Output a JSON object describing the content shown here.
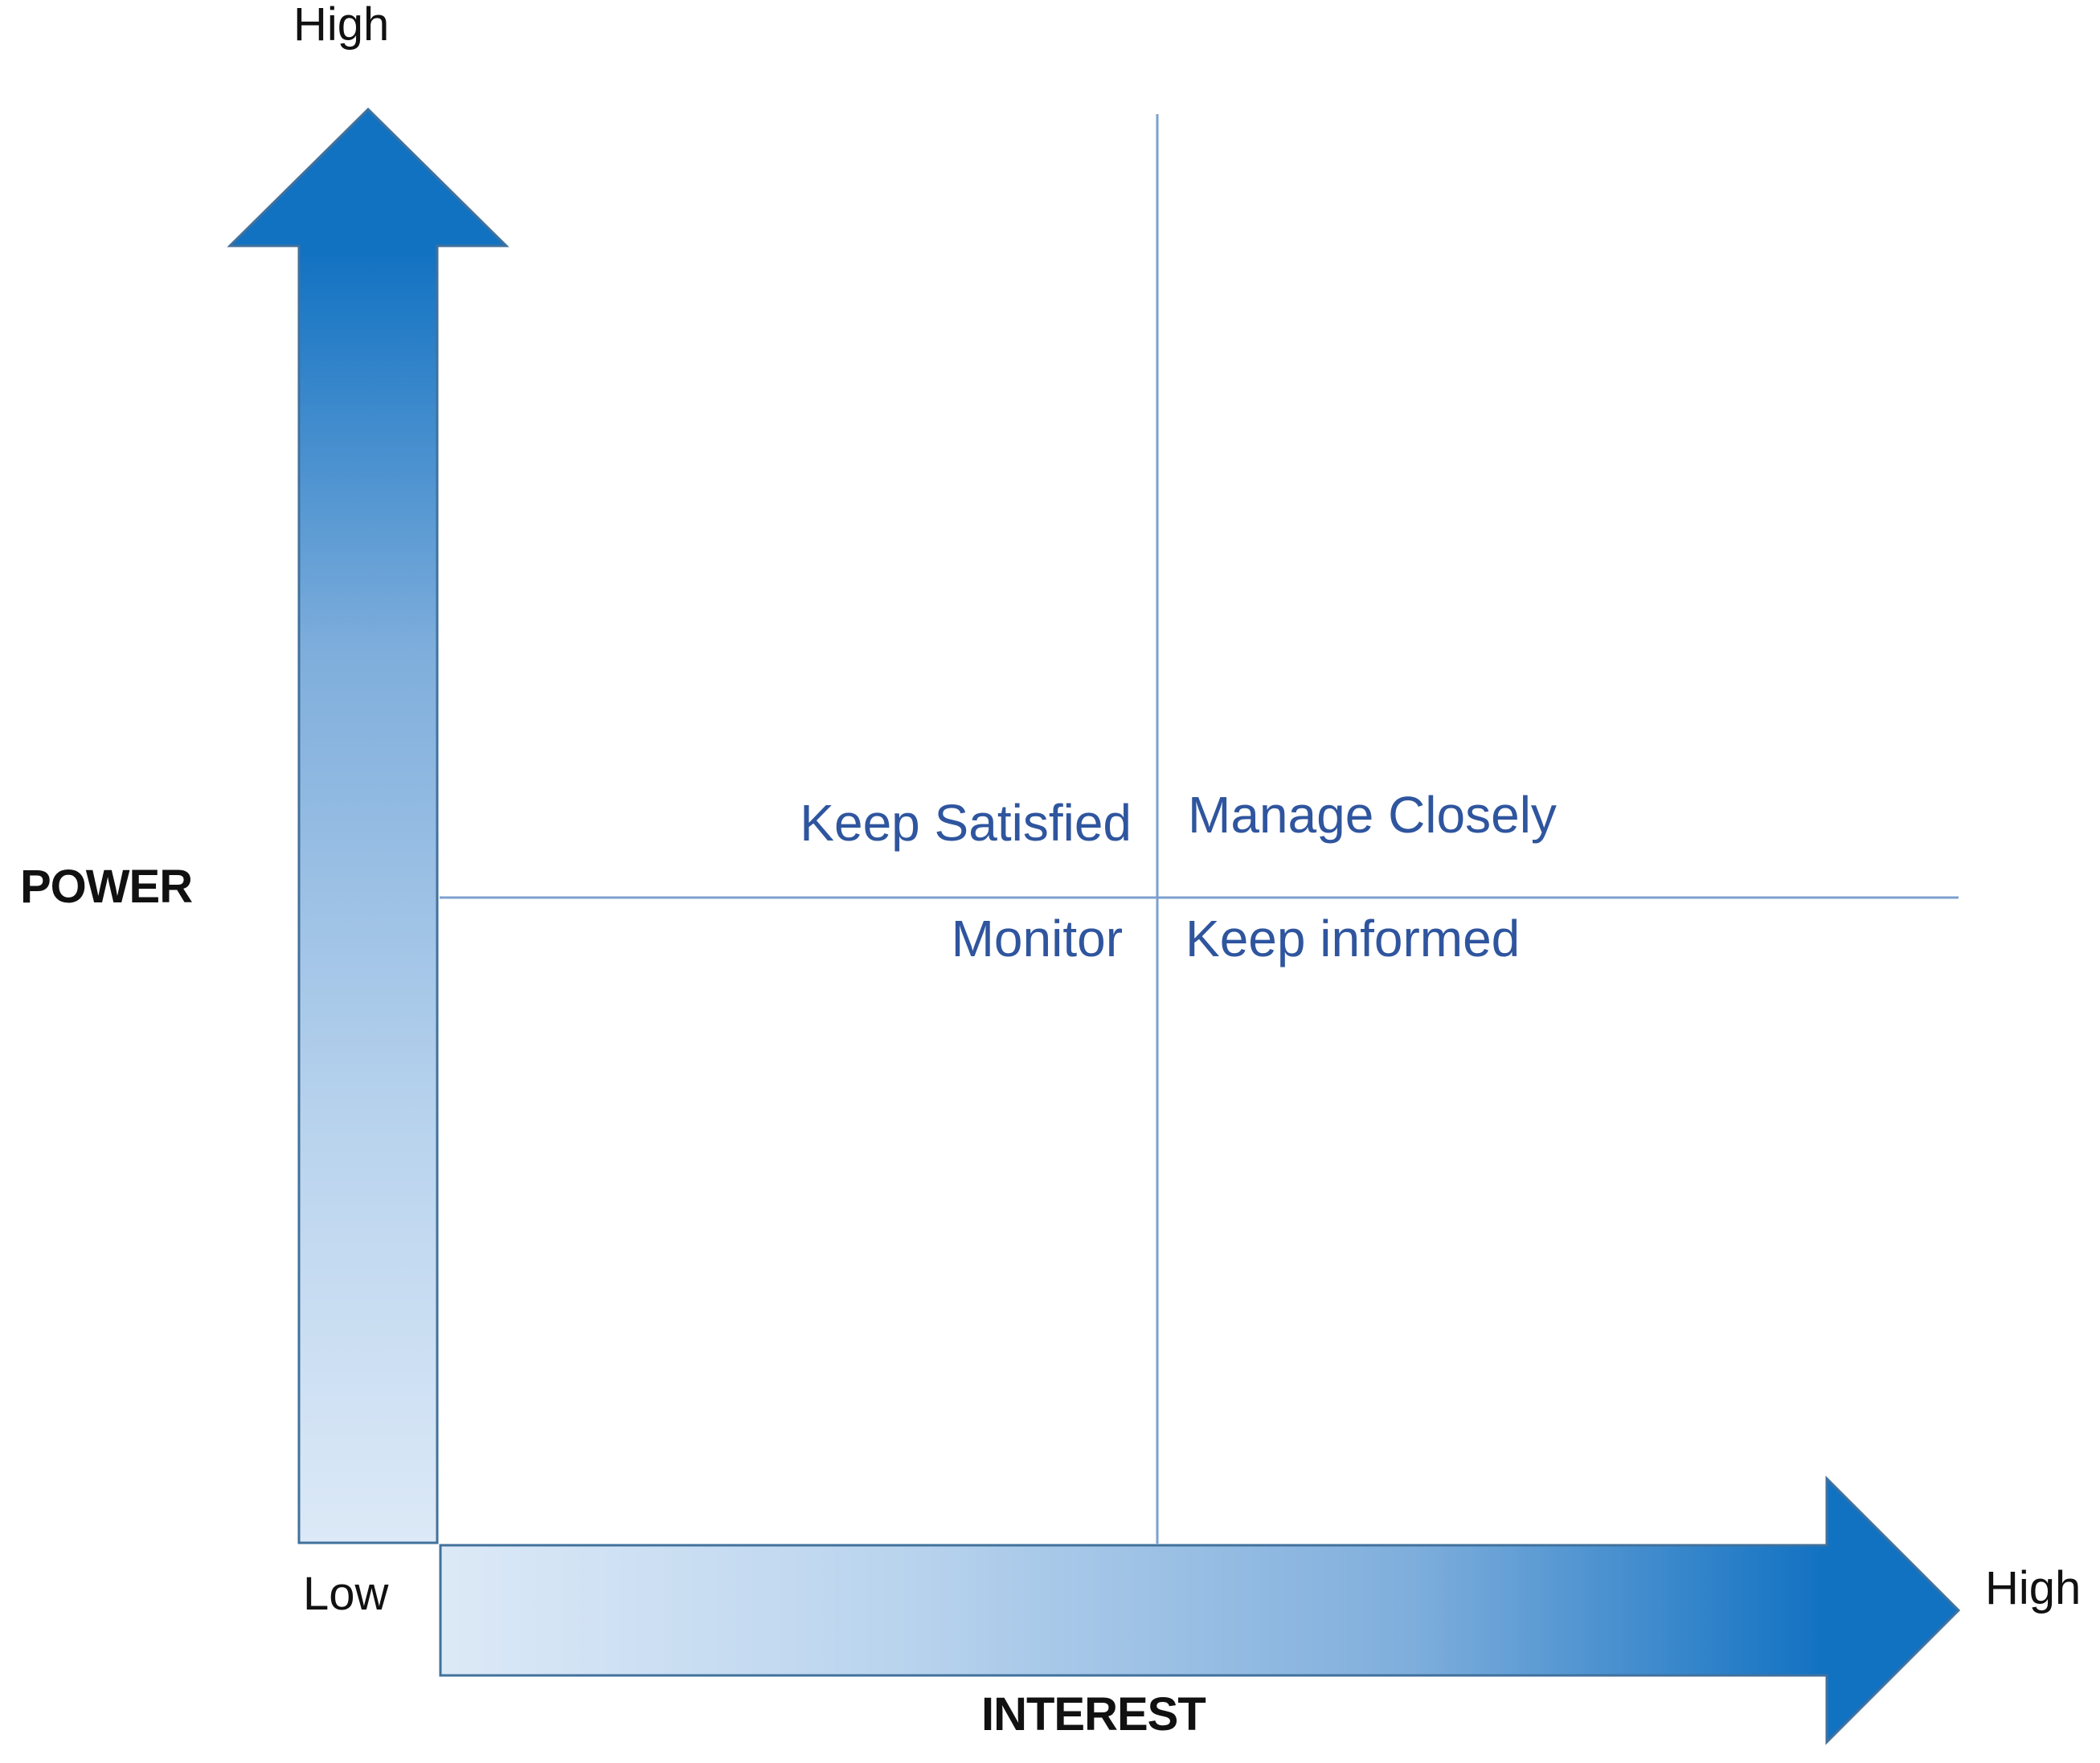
{
  "axes": {
    "y_label": "POWER",
    "x_label": "INTEREST",
    "y_high": "High",
    "x_high": "High",
    "origin_low": "Low"
  },
  "quadrants": {
    "top_left": "Keep Satisfied",
    "top_right": "Manage Closely",
    "bottom_left": "Monitor",
    "bottom_right": "Keep informed"
  },
  "colors": {
    "arrow_dark": "#1272C2",
    "arrow_mid": "#7FAEDC",
    "arrow_mid_light": "#BAD4EE",
    "arrow_light": "#DCE9F7",
    "arrow_outline": "#41719C",
    "divider_line": "#7DA0CE",
    "quadrant_text": "#2F559E",
    "axis_text": "#111111"
  }
}
